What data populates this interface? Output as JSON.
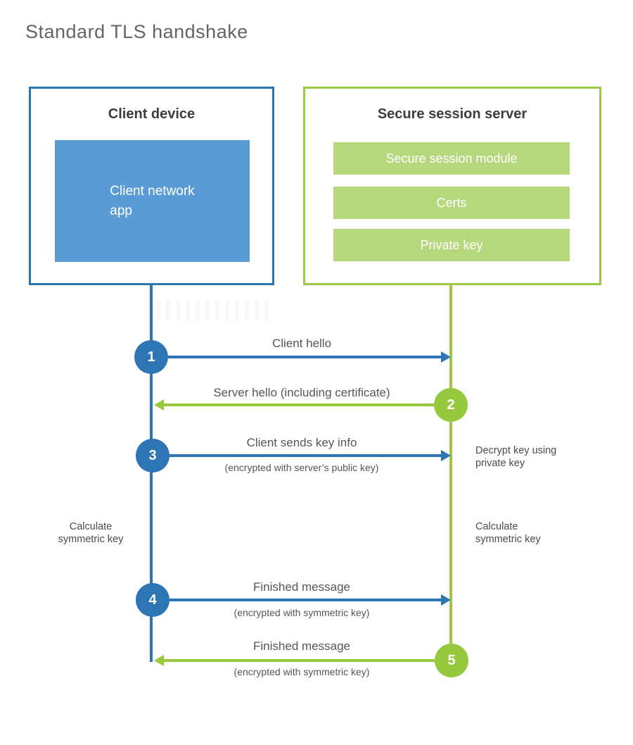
{
  "title": "Standard TLS handshake",
  "client_box": {
    "heading": "Client device",
    "app_label": "Client network\napp"
  },
  "server_box": {
    "heading": "Secure session server",
    "modules": [
      "Secure session module",
      "Certs",
      "Private key"
    ]
  },
  "steps": [
    {
      "num": "1",
      "label": "Client hello",
      "sublabel": ""
    },
    {
      "num": "2",
      "label": "Server hello (including certificate)",
      "sublabel": ""
    },
    {
      "num": "3",
      "label": "Client sends key info",
      "sublabel": "(encrypted with server’s public key)"
    },
    {
      "num": "4",
      "label": "Finished message",
      "sublabel": "(encrypted with symmetric key)"
    },
    {
      "num": "5",
      "label": "Finished message",
      "sublabel": "(encrypted with symmetric key)"
    }
  ],
  "annotations": {
    "decrypt": "Decrypt key using\nprivate key",
    "calc_left": "Calculate\nsymmetric key",
    "calc_right": "Calculate\nsymmetric key"
  },
  "colors": {
    "blue_stroke": "#2e75b6",
    "blue_fill": "#5b9bd5",
    "green_stroke": "#96c93d",
    "green_fill": "#b6d87c"
  }
}
